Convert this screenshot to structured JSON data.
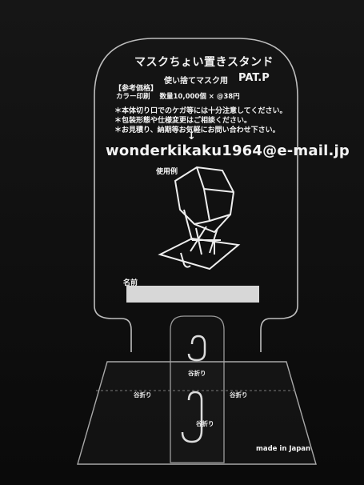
{
  "plate": {
    "title": "マスクちょい置きスタンド",
    "subtitle": "使い捨てマスク用",
    "patent": "PAT.P",
    "reference_heading": "【参考価格】",
    "price_label": "カラー印刷",
    "price_detail": "数量10,000個 × @38円",
    "notes": [
      "＊本体切り口でのケガ等には十分注意してください。",
      "＊包装形態や仕様変更はご相談ください。",
      "＊お見積り、納期等お気軽にお問い合わせ下さい。"
    ],
    "arrow_glyph": "↓",
    "email": "wonderkikaku1964@e-mail.jp",
    "example_label": "使用例",
    "name_label": "名前",
    "fold_labels": [
      "谷折り",
      "谷折り",
      "谷折り",
      "谷折り"
    ],
    "made_in": "made in Japan"
  },
  "colors": {
    "background": "#0d0d0d",
    "acrylic_edge": "#bdbdbd",
    "print_white": "#f4f4f4",
    "name_box": "#d7d7d7"
  }
}
